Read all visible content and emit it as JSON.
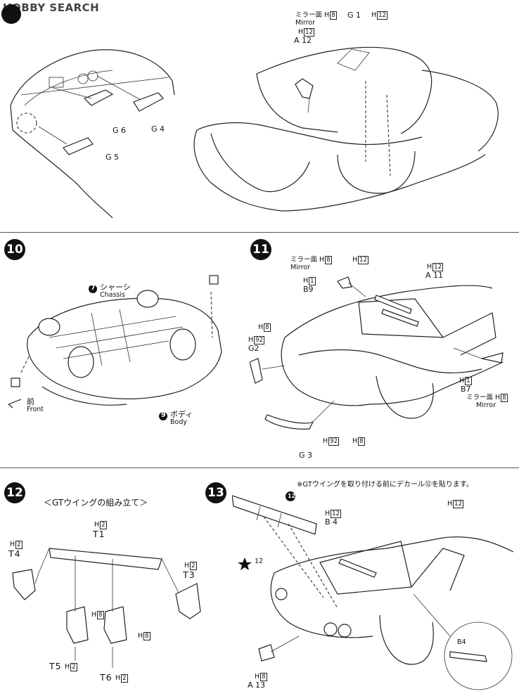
{
  "watermark": "HOBBY SEARCH",
  "steps": {
    "s10": "10",
    "s11": "11",
    "s12": "12",
    "s13": "13"
  },
  "panel9": {
    "mirror_face_jp": "ミラー面",
    "h8": "8",
    "mirror_en": "Mirror",
    "h12": "12",
    "a12": "A 12",
    "g1": "G 1",
    "g1_h12": "12",
    "g6": "G 6",
    "g4": "G 4",
    "g5": "G 5"
  },
  "panel10": {
    "chassis_num": "7",
    "chassis_jp": "シャーシ",
    "chassis_en": "Chassis",
    "body_num": "9",
    "body_jp": "ボディ",
    "body_en": "Body",
    "front_jp": "前",
    "front_en": "Front"
  },
  "panel11": {
    "mirror_face_jp": "ミラー面",
    "mirror_en": "Mirror",
    "h8": "8",
    "h12": "12",
    "a11_h12": "12",
    "a11": "A 11",
    "b9_h1": "1",
    "b9": "B9",
    "g2_h": "92",
    "g2": "G2",
    "g2_h8": "8",
    "b7_h1": "1",
    "b7": "B7",
    "mirror2_jp": "ミラー面",
    "mirror2_h8": "8",
    "mirror2_en": "Mirror",
    "g3_h92": "92",
    "g3_h8": "8",
    "g3": "G 3"
  },
  "panel12": {
    "title": "＜GTウイングの組み立て＞",
    "t1_h2": "2",
    "t1": "T1",
    "t4_h2": "2",
    "t4": "T4",
    "t3_h2": "2",
    "t3": "T3",
    "h8a": "8",
    "h8b": "8",
    "t5": "T5",
    "t5_h2": "2",
    "t6": "T6",
    "t6_h2": "2"
  },
  "panel13": {
    "note": "※GTウイングを取り付ける前にデカール⑫を貼ります。",
    "decal_num": "12",
    "b4_h12": "12",
    "b4": "B 4",
    "h12_right": "12",
    "star_decal": "12",
    "a13_h8": "8",
    "a13": "A 13",
    "inset_b4": "B4"
  },
  "colors": {
    "ink": "#1a1a1a",
    "paper": "#ffffff",
    "shade": "#cfcfcf"
  }
}
